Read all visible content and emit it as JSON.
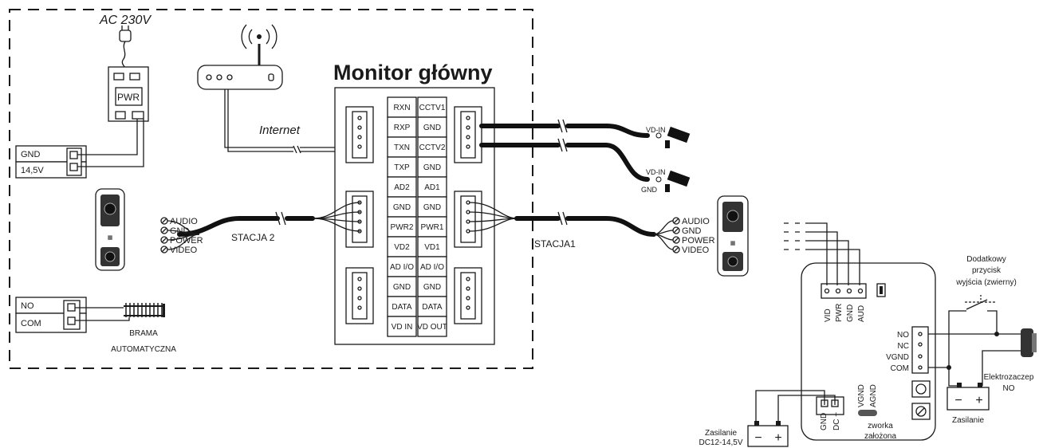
{
  "power_label": "AC 230V",
  "pwr_label": "PWR",
  "internet_label": "Internet",
  "monitor_title": "Monitor główny",
  "terminals_left": [
    "RXN",
    "RXP",
    "TXN",
    "TXP",
    "AD2",
    "GND",
    "PWR2",
    "VD2",
    "AD I/O",
    "GND",
    "DATA",
    "VD IN"
  ],
  "terminals_right": [
    "CCTV1",
    "GND",
    "CCTV2",
    "GND",
    "AD1",
    "GND",
    "PWR1",
    "VD1",
    "AD I/O",
    "GND",
    "DATA",
    "VD OUT"
  ],
  "psu_terminals": [
    "GND",
    "14,5V"
  ],
  "gate_terminals": [
    "NO",
    "COM"
  ],
  "gate_label": [
    "BRAMA",
    "AUTOMATYCZNA"
  ],
  "station2_label": "STACJA 2",
  "station1_label": "STACJA1",
  "station_wires": [
    "AUDIO",
    "GND",
    "POWER",
    "VIDEO"
  ],
  "camera_labels": {
    "vd_in_1": "VD-IN",
    "vd_in_2": "VD-IN",
    "gnd": "GND"
  },
  "module_top_terminals": [
    "VID",
    "PWR",
    "GND",
    "AUD"
  ],
  "module_relay_terminals": [
    "NO",
    "NC",
    "VGND",
    "COM"
  ],
  "module_power_terminals": [
    "GND",
    "DC +"
  ],
  "jumper_labels": [
    "VGND",
    "AGND"
  ],
  "jumper_caption": [
    "zworka",
    "założona"
  ],
  "exit_button_caption": [
    "Dodatkowy",
    "przycisk",
    "wyjścia (zwierny)"
  ],
  "lock_caption": [
    "Elektrozaczep",
    "NO"
  ],
  "supply_caption_right": "Zasilanie",
  "supply_caption_left": [
    "Zasilanie",
    "DC12-14,5V"
  ],
  "battery_signs": [
    "−",
    "+"
  ]
}
